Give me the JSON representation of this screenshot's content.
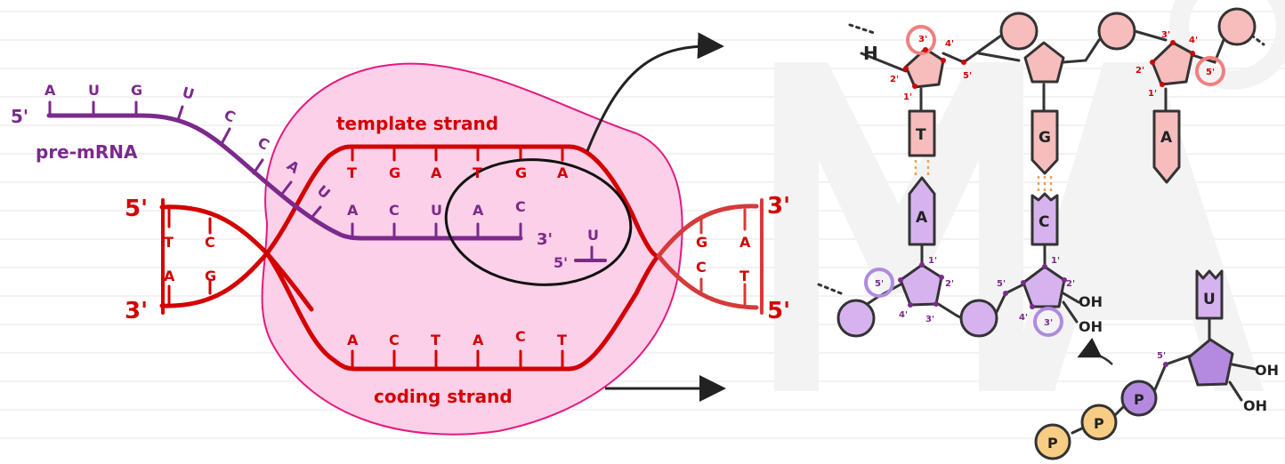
{
  "colors": {
    "dna_red": "#d40000",
    "dna_red_right": "#d63a3a",
    "rna_purple": "#7b2a8c",
    "bubble_fill": "#fbd0e8",
    "bubble_stroke": "#e6197f",
    "sugar_pink": "#f7bcbc",
    "sugar_purple": "#d6b3ef",
    "phosphate_orange": "#f7cc85",
    "highlight_red": "#f08080",
    "highlight_purple": "#b08ae0",
    "ruled_line": "#e6e6e6",
    "watermark": "#f2f2f2"
  },
  "left": {
    "labels": {
      "pre_mrna": "pre-mRNA",
      "template_strand": "template strand",
      "coding_strand": "coding strand",
      "five_prime": "5'",
      "three_prime": "3'"
    },
    "rna_bases": [
      "A",
      "U",
      "G",
      "U",
      "C",
      "C",
      "A",
      "U"
    ],
    "rna_bases_paired": [
      "A",
      "C",
      "U",
      "A",
      "C"
    ],
    "incoming_base": "U",
    "template_bases": [
      "T",
      "G",
      "A",
      "T",
      "G",
      "A"
    ],
    "coding_bases": [
      "A",
      "C",
      "T",
      "A",
      "C",
      "T"
    ],
    "left_helix_top": [
      "T",
      "C"
    ],
    "left_helix_bottom": [
      "A",
      "G"
    ],
    "right_helix_top": [
      "G",
      "A"
    ],
    "right_helix_bottom": [
      "C",
      "T"
    ]
  },
  "right": {
    "h_label": "H",
    "dna_bases": [
      "T",
      "G",
      "A"
    ],
    "rna_bases": [
      "A",
      "C"
    ],
    "new_base": "U",
    "oh": "OH",
    "phosphate": "P",
    "primes": {
      "p1": "1'",
      "p2": "2'",
      "p3": "3'",
      "p4": "4'",
      "p5": "5'"
    }
  }
}
